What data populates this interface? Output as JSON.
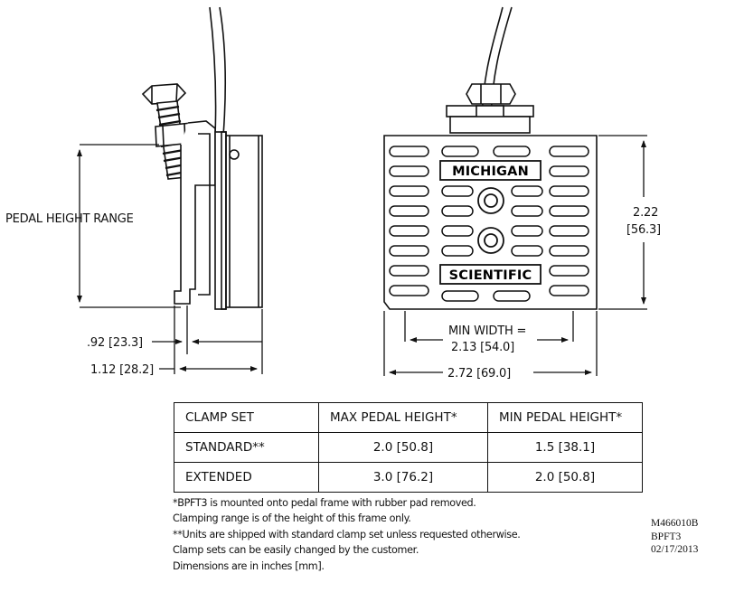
{
  "labels": {
    "pedal_height_range": "PEDAL HEIGHT RANGE",
    "dim_092": ".92 [23.3]",
    "dim_112": "1.12 [28.2]",
    "dim_222_a": "2.22",
    "dim_222_b": "[56.3]",
    "min_width_a": "MIN WIDTH =",
    "min_width_b": "2.13 [54.0]",
    "dim_272": "2.72 [69.0]"
  },
  "brand": {
    "line1": "MICHIGAN",
    "line2": "SCIENTIFIC"
  },
  "table": {
    "headers": [
      "CLAMP SET",
      "MAX PEDAL HEIGHT*",
      "MIN PEDAL HEIGHT*"
    ],
    "rows": [
      [
        "STANDARD**",
        "2.0 [50.8]",
        "1.5 [38.1]"
      ],
      [
        "EXTENDED",
        "3.0 [76.2]",
        "2.0 [50.8]"
      ]
    ]
  },
  "notes": [
    "*BPFT3 is mounted onto pedal frame with rubber pad removed.",
    "Clamping range is of the height of this frame only.",
    "**Units are shipped with standard clamp set unless requested otherwise.",
    "Clamp sets can be easily changed by the customer.",
    "Dimensions are in inches [mm]."
  ],
  "doc_ref": {
    "number": "M466010B",
    "model": "BPFT3",
    "date": "02/17/2013"
  }
}
